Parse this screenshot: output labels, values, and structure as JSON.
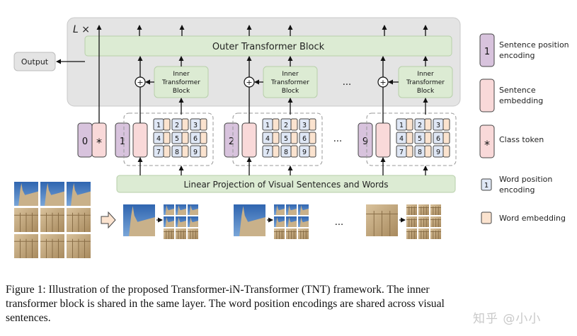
{
  "diagram": {
    "layer_label": "L ×",
    "output_label": "Output",
    "outer_block_label": "Outer Transformer Block",
    "inner_block_label_lines": [
      "Inner",
      "Transformer",
      "Block"
    ],
    "linear_projection_label": "Linear Projection of Visual Sentences and Words",
    "ellipsis": "...",
    "plus_symbol": "+",
    "class_pos_index": "0",
    "class_token_symbol": "*",
    "sentence_positions": [
      "1",
      "2",
      "9"
    ],
    "word_positions": [
      "1",
      "2",
      "3",
      "4",
      "5",
      "6",
      "7",
      "8",
      "9"
    ]
  },
  "legend": {
    "sentence_position": {
      "symbol": "1",
      "line1": "Sentence position",
      "line2": "encoding"
    },
    "sentence_embedding": {
      "line1": "Sentence",
      "line2": "embedding"
    },
    "class_token": {
      "symbol": "*",
      "label": "Class token"
    },
    "word_position": {
      "symbol": "1",
      "line1": "Word position",
      "line2": "encoding"
    },
    "word_embedding": {
      "label": "Word embedding"
    }
  },
  "caption": {
    "line1": "Figure 1: Illustration of the proposed Transformer-iN-Transformer (TNT) framework. The inner",
    "line2": "transformer block is shared in the same layer. The word position encodings are shared across visual",
    "line3": "sentences."
  },
  "watermark": "知乎 @小小",
  "colors": {
    "outer_panel": "#e4e4e4",
    "green_block": "#dcebd3",
    "purple": "#d8c3dd",
    "pink": "#f9d9d9",
    "word_blue": "#dfe7f5",
    "word_peach": "#fbe3cf",
    "sky": "#4a7bb8",
    "stone": "#c9b18a"
  }
}
